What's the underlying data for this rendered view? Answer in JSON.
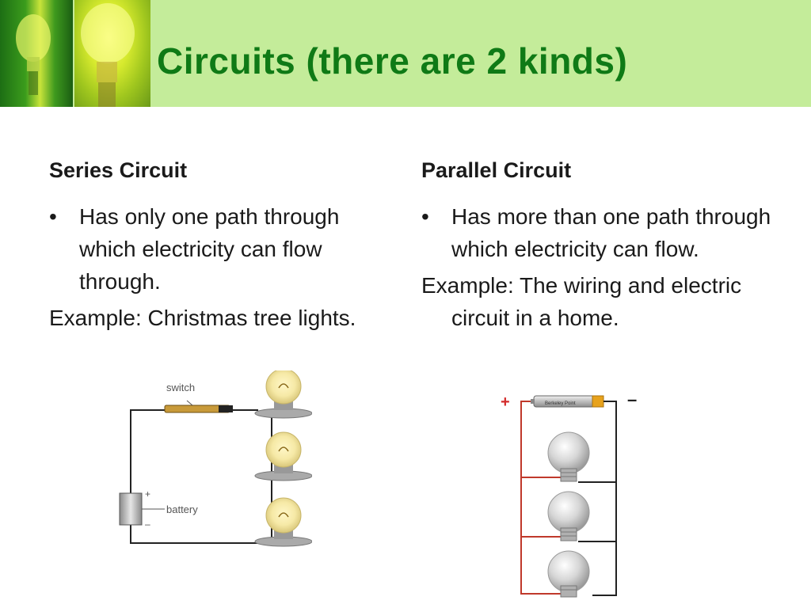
{
  "title": "Circuits (there are 2 kinds)",
  "series": {
    "heading": "Series Circuit",
    "bullet_mark": "•",
    "bullet": "Has only one path through which electricity can flow through.",
    "example": "Example: Christmas tree lights.",
    "diagram": {
      "switch_label": "switch",
      "battery_label": "battery",
      "plus_sign": "+",
      "minus_sign": "–"
    }
  },
  "parallel": {
    "heading": "Parallel Circuit",
    "bullet_mark": "•",
    "bullet": "Has more than one path through which electricity can flow.",
    "example": "Example: The wiring and electric circuit in a home.",
    "diagram": {
      "plus_sign": "+",
      "minus_sign": "–",
      "battery_brand": "Berkeley Point"
    }
  },
  "colors": {
    "header_bg": "#c4ec9a",
    "title": "#0f7a16",
    "wire_red": "#c0392b"
  }
}
